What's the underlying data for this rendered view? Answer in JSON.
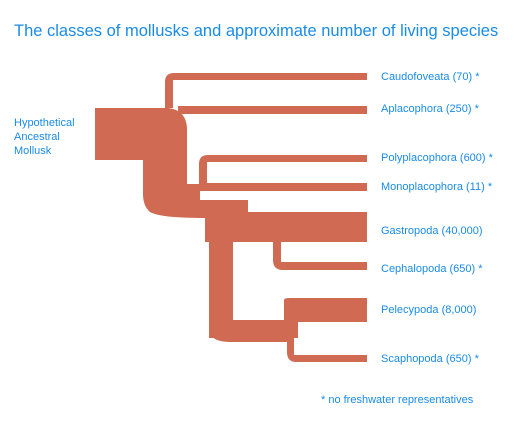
{
  "title": "The classes of mollusks and approximate number of  living species",
  "root": {
    "lines": [
      "Hypothetical",
      "Ancestral",
      "Mollusk"
    ]
  },
  "classes": [
    {
      "name": "Caudofoveata",
      "species": "(70)",
      "note": "*"
    },
    {
      "name": "Aplacophora",
      "species": "(250)",
      "note": "*"
    },
    {
      "name": "Polyplacophora",
      "species": "(600)",
      "note": "*"
    },
    {
      "name": "Monoplacophora",
      "species": "(11)",
      "note": "*"
    },
    {
      "name": "Gastropoda",
      "species": "(40,000)",
      "note": ""
    },
    {
      "name": "Cephalopoda",
      "species": "(650)",
      "note": "*"
    },
    {
      "name": "Pelecypoda",
      "species": "(8,000)",
      "note": ""
    },
    {
      "name": "Scaphopoda",
      "species": "(650)",
      "note": "*"
    }
  ],
  "footnote": "* no freshwater representatives",
  "colors": {
    "branch": "#d06a52",
    "text": "#1a8be8"
  }
}
